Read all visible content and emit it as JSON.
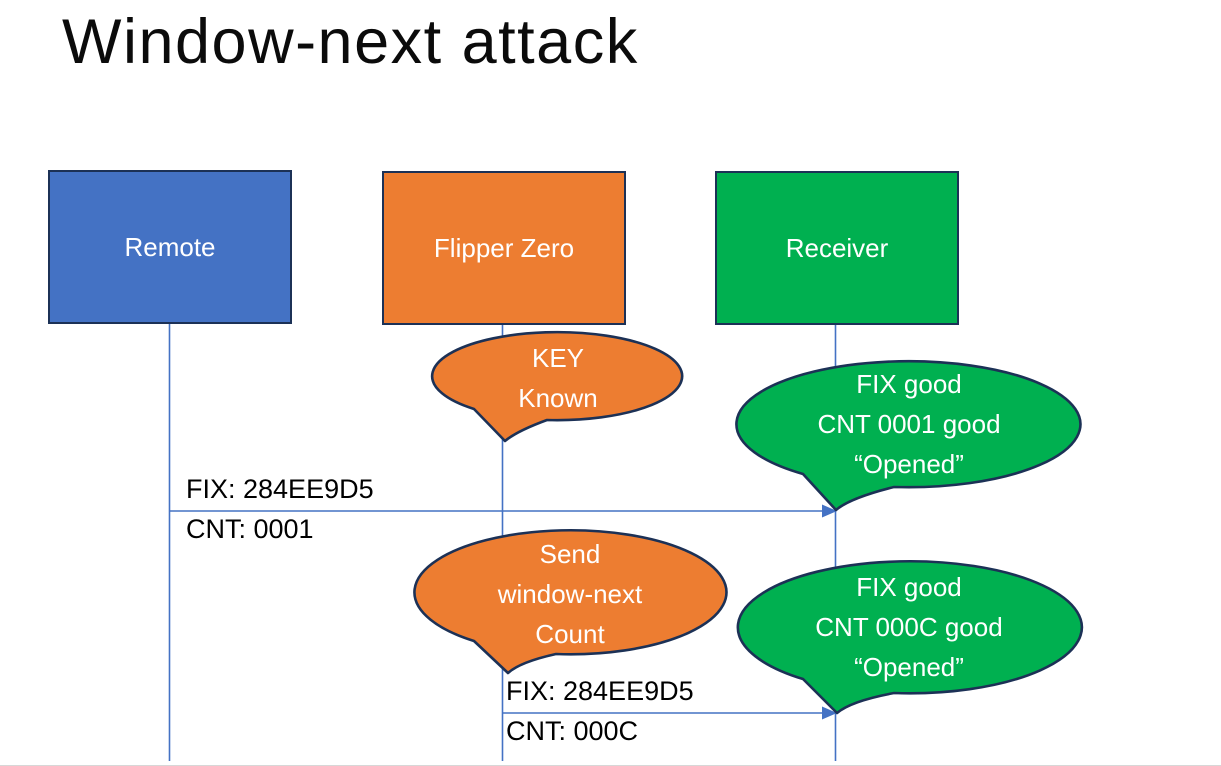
{
  "slide": {
    "title": "Window-next attack"
  },
  "colors": {
    "background": "#FFFFFF",
    "remote_fill": "#4472C4",
    "flipper_fill": "#ED7D31",
    "receiver_fill": "#00B050",
    "outline": "#1C3156",
    "connector": "#4472C4",
    "shape_text": "#FFFFFF",
    "label_text": "#000000"
  },
  "actors": [
    {
      "label": "Remote"
    },
    {
      "label": "Flipper Zero"
    },
    {
      "label": "Receiver"
    }
  ],
  "callouts": [
    {
      "speaker": "Flipper Zero",
      "color": "orange",
      "lines": [
        "KEY",
        "Known"
      ]
    },
    {
      "speaker": "Receiver",
      "color": "green",
      "lines": [
        "FIX good",
        "CNT 0001 good",
        "“Opened”"
      ]
    },
    {
      "speaker": "Flipper Zero",
      "color": "orange",
      "lines": [
        "Send",
        "window-next",
        "Count"
      ]
    },
    {
      "speaker": "Receiver",
      "color": "green",
      "lines": [
        "FIX good",
        "CNT 000C good",
        "“Opened”"
      ]
    }
  ],
  "messages": [
    {
      "from": "Remote",
      "to": "Receiver",
      "label_above": "FIX: 284EE9D5",
      "label_below": "CNT: 0001"
    },
    {
      "from": "Flipper Zero",
      "to": "Receiver",
      "label_above": "FIX: 284EE9D5",
      "label_below": "CNT: 000C"
    }
  ]
}
